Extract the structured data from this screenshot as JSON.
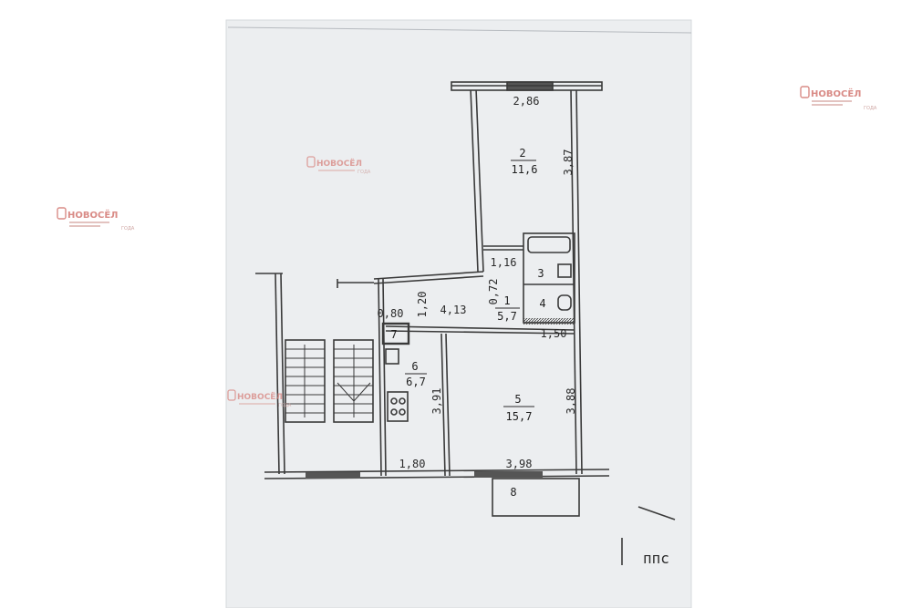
{
  "watermark": {
    "brand": "НОВОСЁЛ",
    "badge": "ГОДА"
  },
  "plan": {
    "rooms": [
      {
        "num": "2",
        "area": "11,6"
      },
      {
        "num": "3",
        "area": ""
      },
      {
        "num": "1",
        "area": "5,7"
      },
      {
        "num": "4",
        "area": ""
      },
      {
        "num": "7",
        "area": ""
      },
      {
        "num": "6",
        "area": "6,7"
      },
      {
        "num": "5",
        "area": "15,7"
      },
      {
        "num": "8",
        "area": ""
      }
    ],
    "dims": {
      "room2_width": "2,86",
      "room2_height": "3,87",
      "bath_width": "1,16",
      "bath_height": "0,72",
      "corridor_width": "4,13",
      "corridor_height": "1,20",
      "closet_width": "0,80",
      "wc_width": "1,50",
      "kitchen_height": "3,91",
      "kitchen_width": "1,80",
      "room5_width": "3,98",
      "room5_height": "3,88"
    },
    "stamp": "ппс"
  }
}
